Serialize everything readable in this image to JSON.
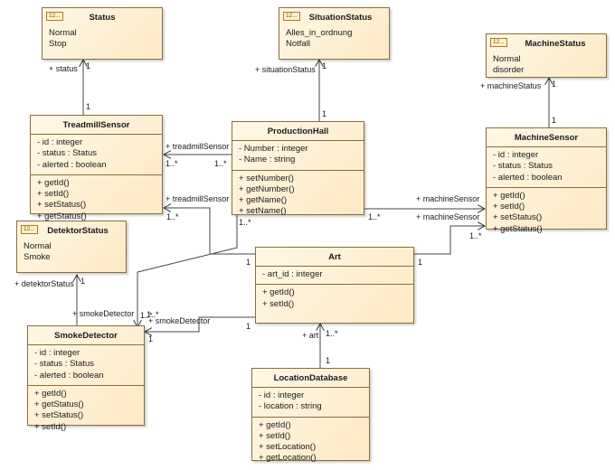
{
  "enum_badge": "12...",
  "classes": {
    "status": {
      "name": "Status",
      "values": [
        "Normal",
        "Stop"
      ]
    },
    "situation_status": {
      "name": "SituationStatus",
      "values": [
        "Alles_in_ordnung",
        "Notfall"
      ]
    },
    "machine_status": {
      "name": "MachineStatus",
      "values": [
        "Normal",
        "disorder"
      ]
    },
    "detektor_status": {
      "name": "DetektorStatus",
      "values": [
        "Normal",
        "Smoke"
      ]
    },
    "treadmill_sensor": {
      "name": "TreadmillSensor",
      "attributes": [
        "- id : integer",
        "- status : Status",
        "- alerted : boolean"
      ],
      "operations": [
        "+ getId()",
        "+ setId()",
        "+ setStatus()",
        "+ getStatus()"
      ]
    },
    "production_hall": {
      "name": "ProductionHall",
      "attributes": [
        "- Number : integer",
        "- Name : string"
      ],
      "operations": [
        "+ setNumber()",
        "+ getNumber()",
        "+ getName()",
        "+ setName()"
      ]
    },
    "machine_sensor": {
      "name": "MachineSensor",
      "attributes": [
        "- id : integer",
        "- status : Status",
        "- alerted : boolean"
      ],
      "operations": [
        "+ getId()",
        "+ setId()",
        "+ setStatus()",
        "+ getStatus()"
      ]
    },
    "art": {
      "name": "Art",
      "attributes": [
        "- art_id : integer"
      ],
      "operations": [
        "+ getId()",
        "+ setId()"
      ]
    },
    "smoke_detector": {
      "name": "SmokeDetector",
      "attributes": [
        "- id : integer",
        "- status : Status",
        "- alerted : boolean"
      ],
      "operations": [
        "+ getId()",
        "+ getStatus()",
        "+ setStatus()",
        "+ setId()"
      ]
    },
    "location_database": {
      "name": "LocationDatabase",
      "attributes": [
        "- id : integer",
        "- location : string"
      ],
      "operations": [
        "+ getId()",
        "+ setId()",
        "+ setLocation()",
        "+ getLocation()"
      ]
    }
  },
  "labels": {
    "status_role": "+ status",
    "status_mult_top": "1",
    "status_mult_bottom": "1",
    "situation_role": "+ situationStatus",
    "situation_mult_top": "1",
    "situation_mult_bottom": "1",
    "machine_status_role": "+ machineStatus",
    "machine_status_mult_top": "1",
    "machine_status_mult_bottom": "1",
    "treadmill_role_1": "+ treadmillSensor",
    "treadmill_mult_1a": "1..*",
    "treadmill_mult_1b": "1..*",
    "treadmill_role_2": "+ treadmillSensor",
    "treadmill_mult_2": "1..*",
    "treadmill_mult_2b": "1..*",
    "machine_sensor_role_1": "+ machineSensor",
    "machine_sensor_mult_1": "1..*",
    "machine_sensor_role_2": "+ machineSensor",
    "machine_sensor_mult_2": "1..*",
    "art_mult_left": "1",
    "art_mult_right": "1",
    "detektor_role": "+ detektorStatus",
    "detektor_mult": "1",
    "smoke_role_1": "+ smokeDetector",
    "smoke_mult_1": "1..*",
    "smoke_role_2": "+ smokeDetector",
    "smoke_mult_2": "1..*",
    "smoke_mult_3": "1",
    "smoke_mult_4": "1",
    "art_role": "+ art",
    "art_mult_star": "1..*",
    "art_mult_one": "1"
  }
}
